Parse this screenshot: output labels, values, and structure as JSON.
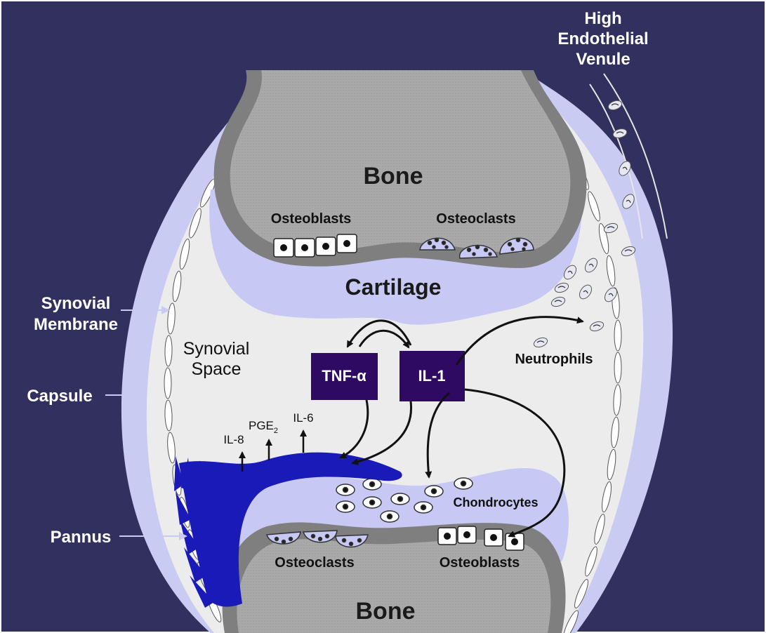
{
  "labels": {
    "bone_top": "Bone",
    "bone_bottom": "Bone",
    "osteoblasts_top": "Osteoblasts",
    "osteoclasts_top": "Osteoclasts",
    "cartilage": "Cartilage",
    "synovial_space_line1": "Synovial",
    "synovial_space_line2": "Space",
    "synovial_membrane_line1": "Synovial",
    "synovial_membrane_line2": "Membrane",
    "capsule": "Capsule",
    "pannus": "Pannus",
    "hev_line1": "High",
    "hev_line2": "Endothelial",
    "hev_line3": "Venule",
    "neutrophils": "Neutrophils",
    "tnf": "TNF-α",
    "il1": "IL-1",
    "il8": "IL-8",
    "pge2": "PGE",
    "pge2_sub": "2",
    "il6": "IL-6",
    "chondrocytes": "Chondrocytes",
    "osteoclasts_bottom": "Osteoclasts",
    "osteoblasts_bottom": "Osteoblasts"
  },
  "colors": {
    "background": "#31305f",
    "capsule": "#c9cbf2",
    "synovial_space": "#ececec",
    "cartilage": "#c7c9f4",
    "bone_rim": "#7f7f7f",
    "bone": "#a9a9a9",
    "cytokine_box": "#2e0a62",
    "pannus": "#1a1ab8"
  }
}
